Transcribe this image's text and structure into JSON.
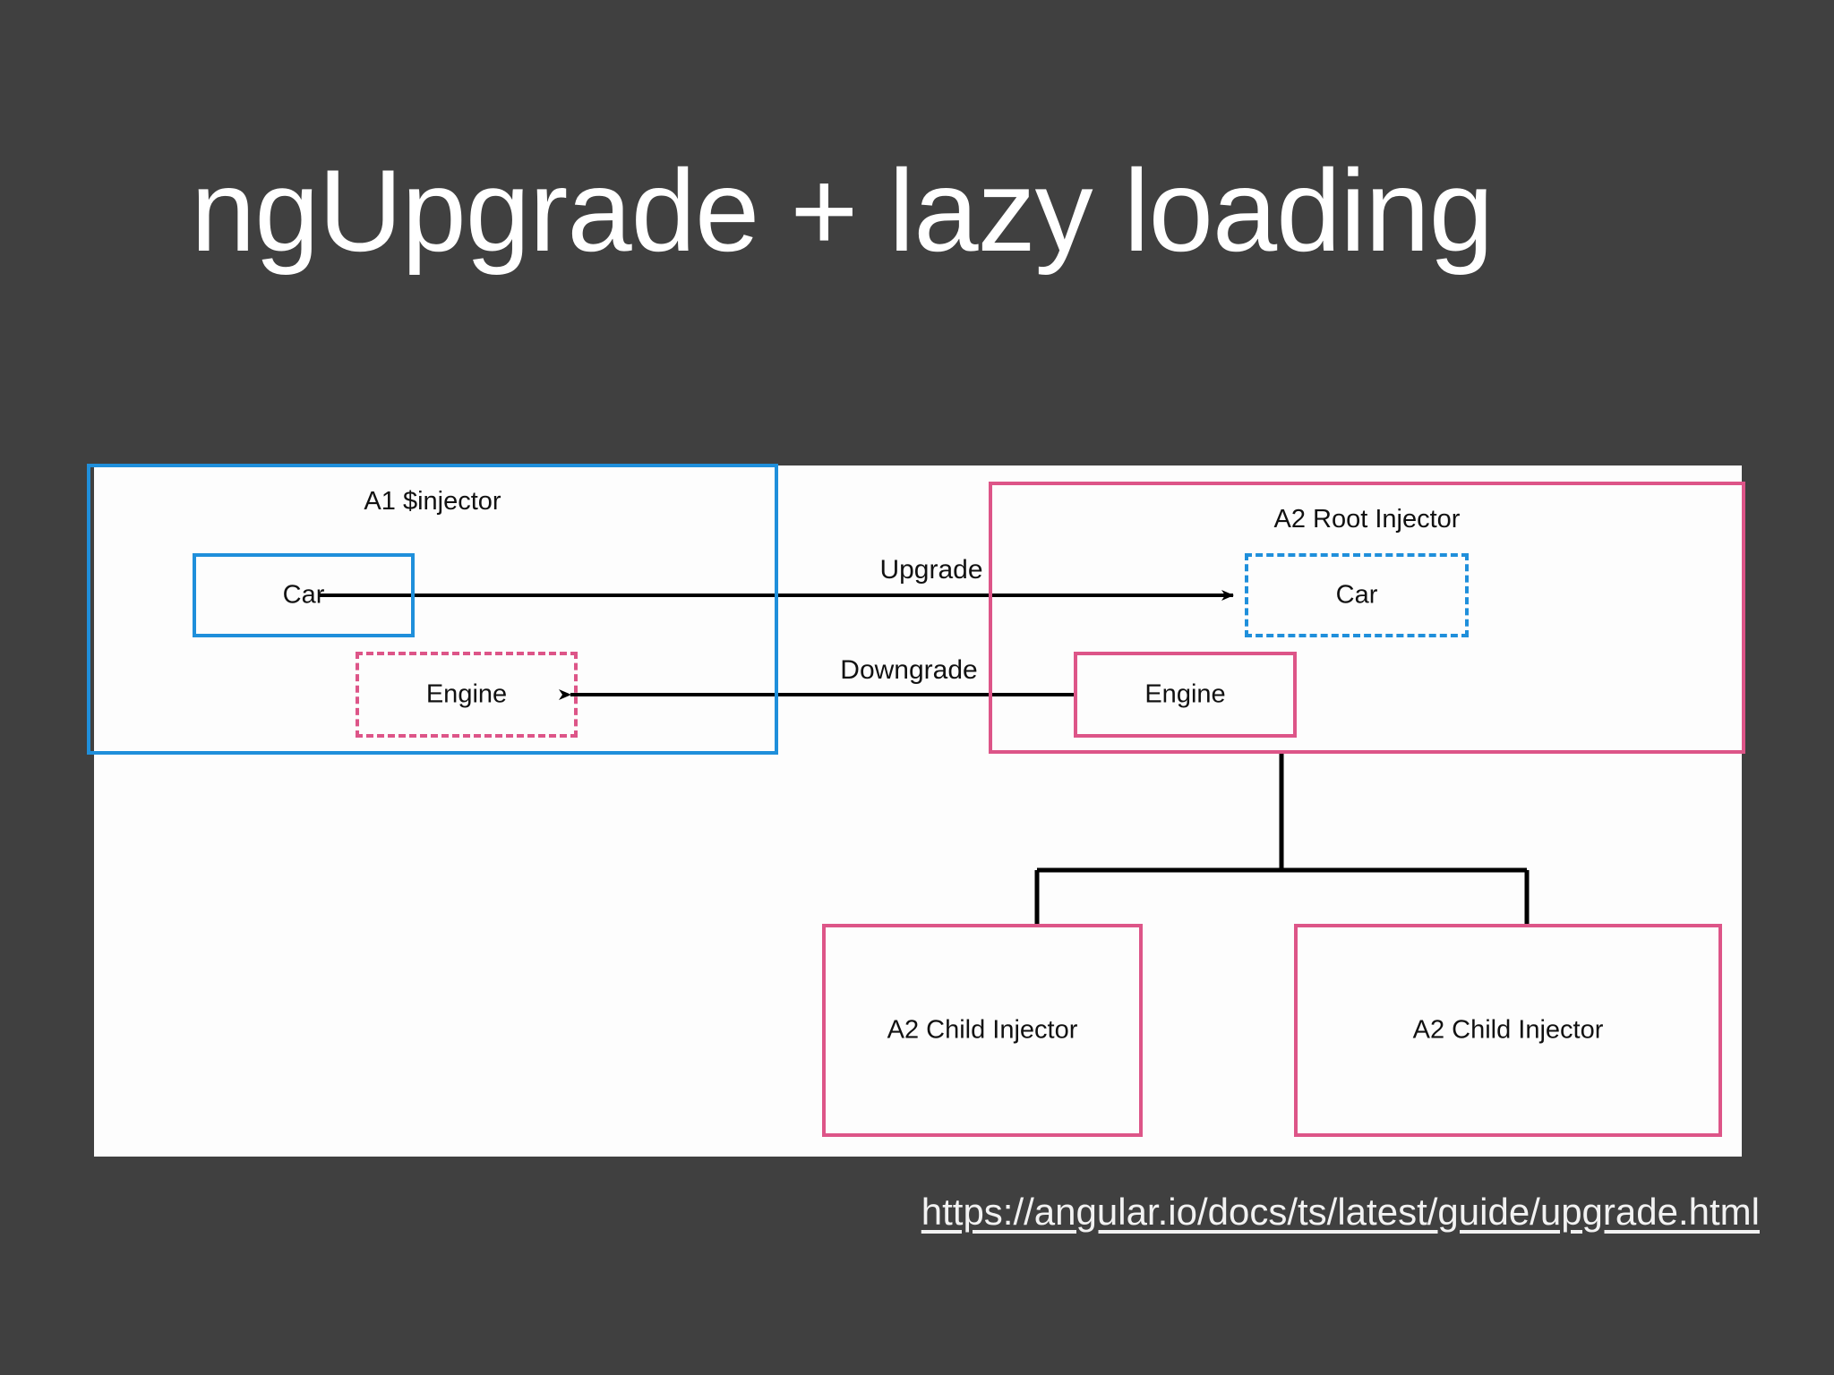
{
  "slide": {
    "title": "ngUpgrade + lazy loading",
    "background_color": "#404040",
    "panel_background_color": "#fdfdfd",
    "accent_blue": "#1f8fdb",
    "accent_pink": "#dd5588",
    "text_color": "#111111",
    "title_color": "#ffffff"
  },
  "diagram": {
    "left_panel": {
      "label": "A1 $injector",
      "border_style": "solid",
      "border_color": "#1f8fdb",
      "boxes": [
        {
          "label": "Car",
          "border_style": "solid",
          "border_color": "#1f8fdb"
        },
        {
          "label": "Engine",
          "border_style": "dashed",
          "border_color": "#dd5588"
        }
      ]
    },
    "right_panel": {
      "label": "A2 Root Injector",
      "border_style": "solid",
      "border_color": "#dd5588",
      "boxes": [
        {
          "label": "Car",
          "border_style": "dashed",
          "border_color": "#1f8fdb"
        },
        {
          "label": "Engine",
          "border_style": "solid",
          "border_color": "#dd5588"
        }
      ]
    },
    "arrows": [
      {
        "label": "Upgrade",
        "direction": "left-to-right"
      },
      {
        "label": "Downgrade",
        "direction": "right-to-left"
      }
    ],
    "children": [
      {
        "label": "A2 Child Injector",
        "border_style": "solid",
        "border_color": "#dd5588"
      },
      {
        "label": "A2 Child Injector",
        "border_style": "solid",
        "border_color": "#dd5588"
      }
    ]
  },
  "footer": {
    "source_url": "https://angular.io/docs/ts/latest/guide/upgrade.html"
  }
}
